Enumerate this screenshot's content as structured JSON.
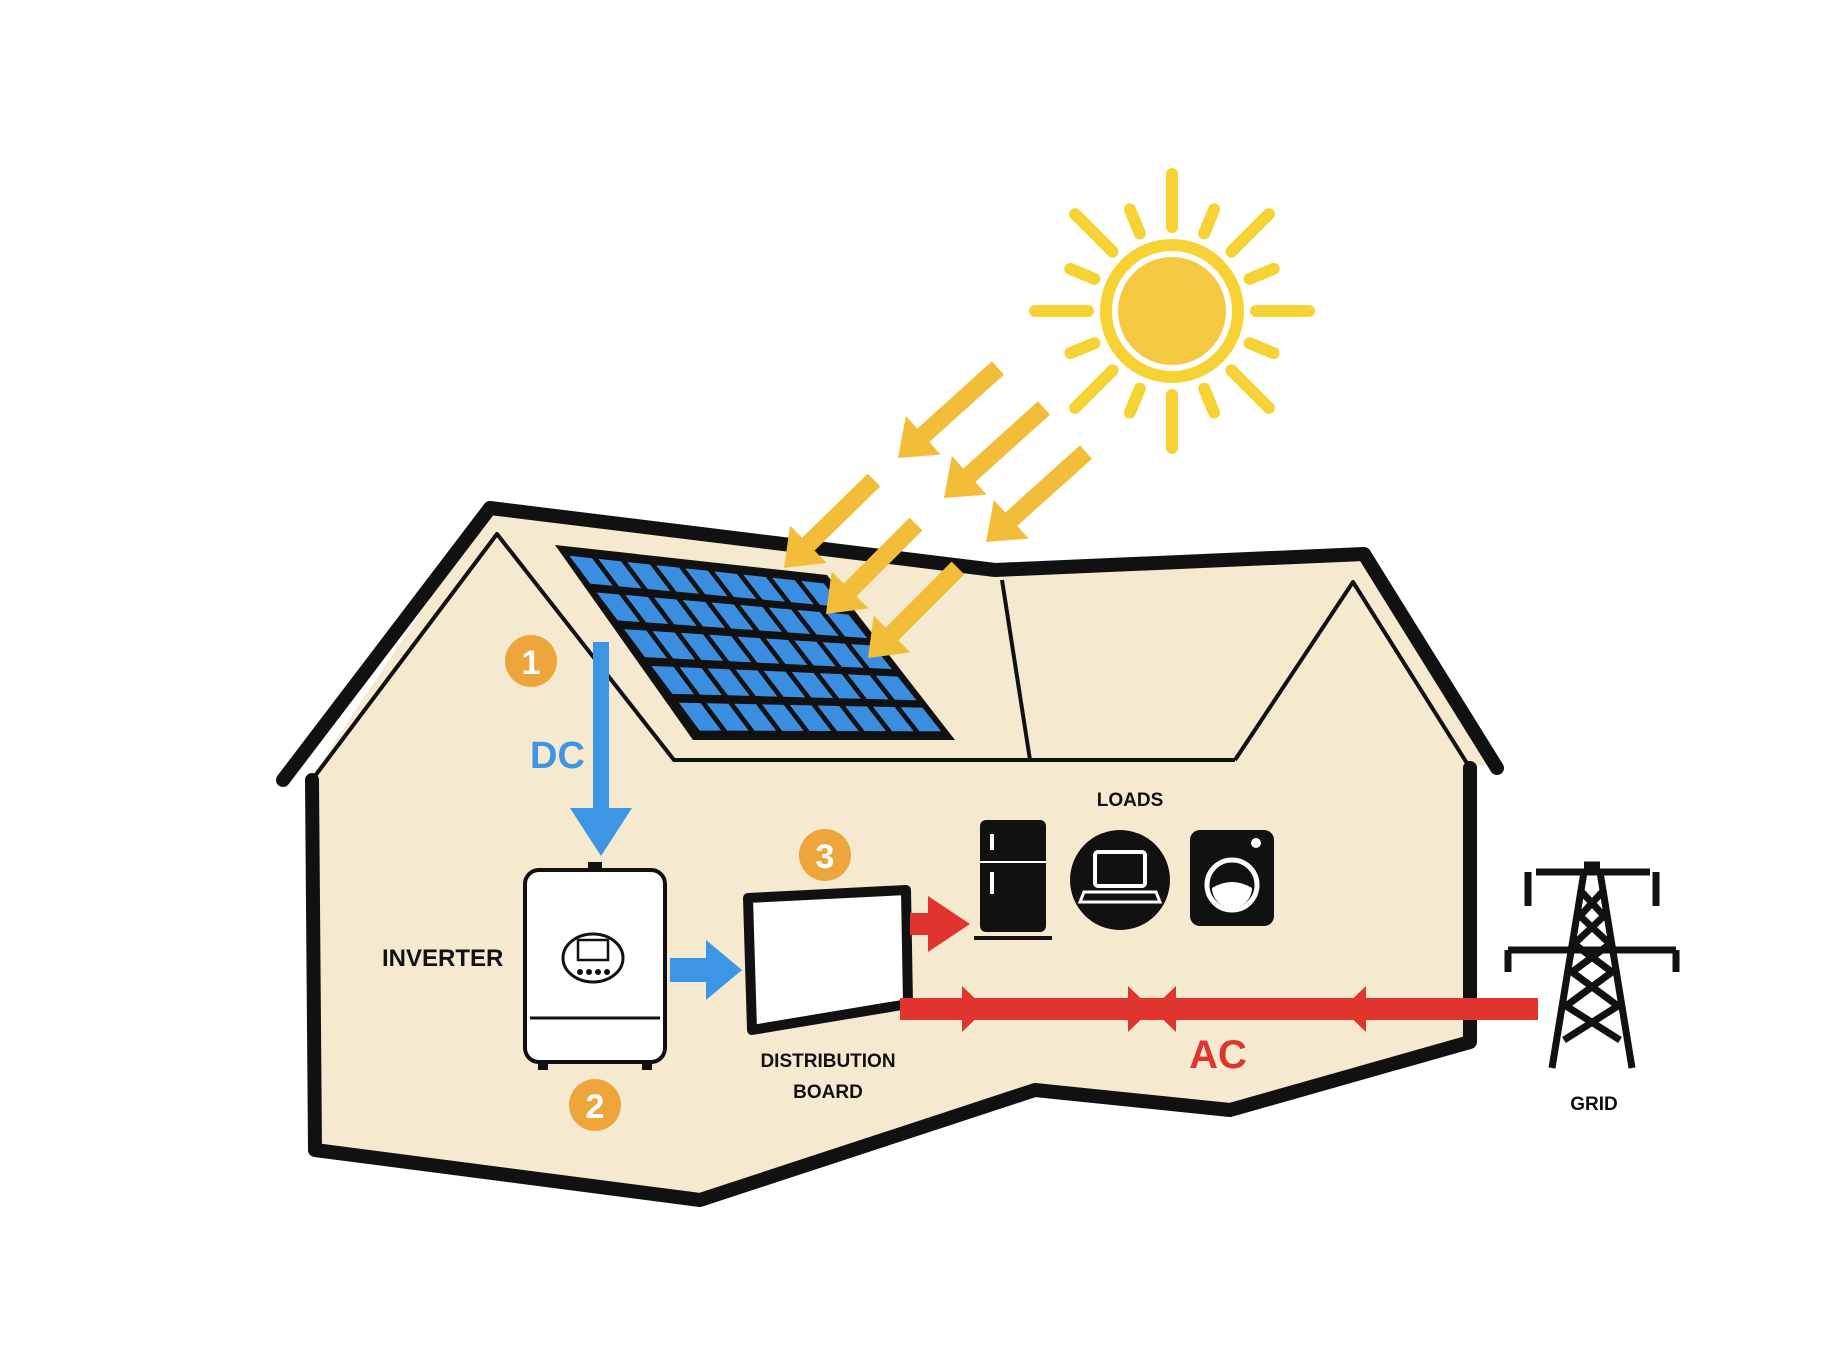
{
  "labels": {
    "inverter": "INVERTER",
    "distribution_board_line1": "DISTRIBUTION",
    "distribution_board_line2": "BOARD",
    "loads": "LOADS",
    "grid": "GRID",
    "dc": "DC",
    "ac": "AC"
  },
  "steps": [
    {
      "number": "1"
    },
    {
      "number": "2"
    },
    {
      "number": "3"
    }
  ],
  "colors": {
    "house_fill": "#f5ead0",
    "outline": "#111111",
    "sun": "#f5c842",
    "sun_rays": "#f7d234",
    "sunlight_arrows": "#f2be3a",
    "solar_panel": "#3b8de0",
    "dc_flow": "#3d95e6",
    "ac_flow": "#e0352e",
    "step_badge": "#eea53b",
    "ac_label": "#e0352e",
    "dc_label": "#3d95e6"
  },
  "icons": [
    "sun-icon",
    "solar-panel-icon",
    "inverter-icon",
    "distribution-board-icon",
    "fridge-icon",
    "laptop-icon",
    "washing-machine-icon",
    "power-tower-icon"
  ]
}
